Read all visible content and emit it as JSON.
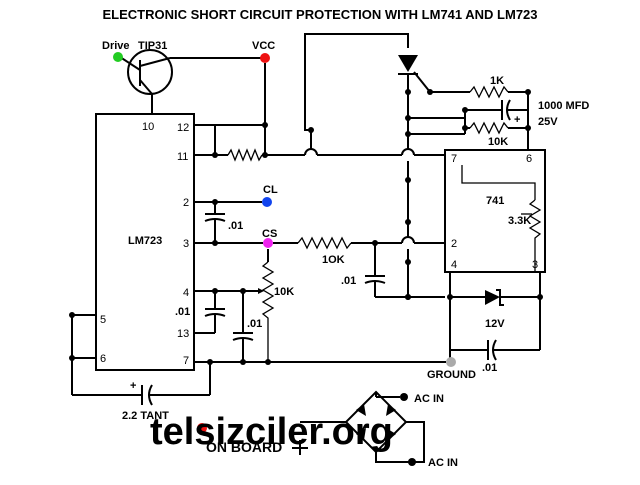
{
  "title": "ELECTRONIC SHORT CIRCUIT PROTECTION WITH LM741 AND LM723",
  "transistor": {
    "drive_label": "Drive",
    "part_label": "TIP31"
  },
  "rail": {
    "vcc_label": "VCC",
    "cl_label": "CL",
    "cs_label": "CS",
    "ground_label": "GROUND"
  },
  "lm723": {
    "name": "LM723",
    "pins": {
      "p10": "10",
      "p12": "12",
      "p11": "11",
      "p2": "2",
      "p3": "3",
      "p4": "4",
      "p13": "13",
      "p5": "5",
      "p6": "6",
      "p7": "7"
    }
  },
  "lm741": {
    "name": "741",
    "pins": {
      "p7": "7",
      "p6": "6",
      "p2": "2",
      "p4": "4",
      "p3": "3"
    },
    "pot_label": "3.3K"
  },
  "components": {
    "r_1k": "1K",
    "r_10k_top": "10K",
    "c_1000": "1000 MFD",
    "c_1000_v": "25V",
    "c_plus": "+",
    "r_10k_cs": "1OK",
    "c_01_cl": ".01",
    "c_01_cs": ".01",
    "pot_10k": "10K",
    "c_01_left": ".01",
    "c_01_mid": ".01",
    "zener_label": "12V",
    "c_01_gnd": ".01",
    "c_tant": "2.2 TANT"
  },
  "bridge": {
    "ac_top": "AC IN",
    "ac_bottom": "AC IN",
    "on_board": "ON BOARD"
  },
  "watermark": "telsizciler.org",
  "colors": {
    "drive": "#22cc22",
    "vcc": "#ee1111",
    "cl": "#1144ee",
    "cs": "#ee22ee",
    "ground": "#aaaaaa"
  }
}
